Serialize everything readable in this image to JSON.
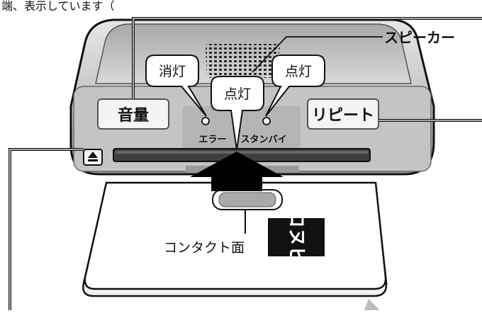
{
  "header_text": "端、表示しています（",
  "diagram": {
    "speaker_label": "スピーカー",
    "volume_button": "音量",
    "repeat_button": "リピート",
    "error_indicator": "エラー",
    "standby_indicator": "スタンバイ",
    "bubble_left": "消灯",
    "bubble_center": "点灯",
    "bubble_right": "点灯",
    "contact_label": "コンタクト面",
    "card_logo": "コヌピ",
    "eject_icon": "eject-icon"
  },
  "colors": {
    "device_body": "#cfcfcf",
    "device_dark": "#8a8a8a",
    "outline": "#111111",
    "arrow": "#000000",
    "card": "#ffffff"
  }
}
